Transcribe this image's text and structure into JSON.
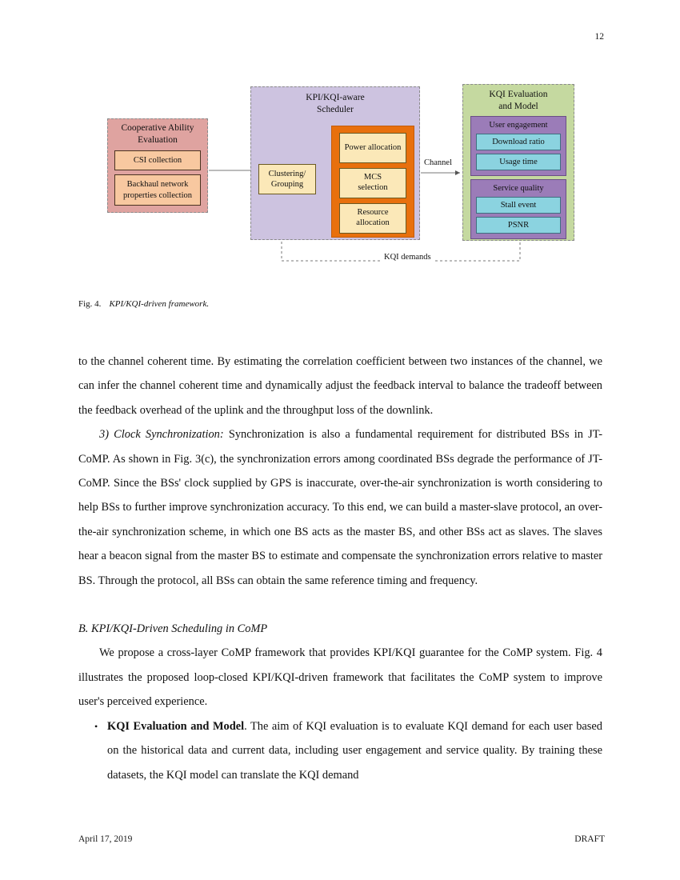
{
  "page": {
    "number": "12"
  },
  "figure": {
    "caption_number": "Fig. 4.",
    "caption_text": "KPI/KQI-driven framework.",
    "panels": {
      "cooperative": {
        "title": "Cooperative Ability\nEvaluation",
        "title_line1": "Cooperative Ability",
        "title_line2": "Evaluation",
        "items": [
          "CSI collection",
          "Backhaul network\nproperties collection"
        ],
        "item1": "CSI collection",
        "item2_line1": "Backhaul network",
        "item2_line2": "properties collection",
        "color": "#dfa3a0",
        "item_color": "#f8c8a0"
      },
      "scheduler": {
        "title_line1": "KPI/KQI-aware",
        "title_line2": "Scheduler",
        "cluster_line1": "Clustering/",
        "cluster_line2": "Grouping",
        "blocks": [
          "Power allocation",
          "MCS selection",
          "Resource allocation"
        ],
        "block1": "Power allocation",
        "block2_line1": "MCS",
        "block2_line2": "selection",
        "block3_line1": "Resource",
        "block3_line2": "allocation",
        "color": "#cdc3e0",
        "container_color": "#e8700d",
        "block_color": "#fbe8b8"
      },
      "kqi": {
        "title_line1": "KQI Evaluation",
        "title_line2": "and Model",
        "groups": [
          {
            "label": "User engagement",
            "items": [
              "Download ratio",
              "Usage time"
            ]
          },
          {
            "label": "Service quality",
            "items": [
              "Stall event",
              "PSNR"
            ]
          }
        ],
        "group1_label": "User engagement",
        "group1_item1": "Download ratio",
        "group1_item2": "Usage time",
        "group2_label": "Service quality",
        "group2_item1": "Stall event",
        "group2_item2": "PSNR",
        "color": "#c5d9a0",
        "group_color": "#9b7cb8",
        "item_color": "#8bd3e0"
      }
    },
    "edges": {
      "channel": "Channel",
      "kqi_demands": "KQI demands"
    }
  },
  "body": {
    "para_continued": "to the channel coherent time. By estimating the correlation coefficient between two instances of the channel, we can infer the channel coherent time and dynamically adjust the feedback interval to balance the tradeoff between the feedback overhead of the uplink and the throughput loss of the downlink.",
    "clock_sync_label": "3)  Clock Synchronization:",
    "clock_sync_body": " Synchronization is also a fundamental requirement for distributed BSs in JT-CoMP. As shown in Fig. 3(c), the synchronization errors among coordinated BSs degrade the performance of JT-CoMP. Since the BSs' clock supplied by GPS is inaccurate, over-the-air synchronization is worth considering to help BSs to further improve synchronization accuracy. To this end, we can build a master-slave protocol, an over-the-air synchronization scheme, in which one BS acts as the master BS, and other BSs act as slaves. The slaves hear a beacon signal from the master BS to estimate and compensate the synchronization errors relative to master BS. Through the protocol, all BSs can obtain the same reference timing and frequency.",
    "section_b_heading": "B.  KPI/KQI-Driven Scheduling in CoMP",
    "para_propose": "We propose a cross-layer CoMP framework that provides KPI/KQI guarantee for the CoMP system. Fig. 4 illustrates the proposed loop-closed KPI/KQI-driven framework that facilitates the CoMP system to improve user's perceived experience.",
    "bullet1_label": "KQI Evaluation and Model",
    "bullet1_body": ". The aim of KQI evaluation is to evaluate KQI demand for each user based on the historical data and current data, including user engagement and service quality. By training these datasets, the KQI model can translate the KQI demand"
  },
  "footer": {
    "date": "April 17, 2019",
    "status": "DRAFT"
  }
}
